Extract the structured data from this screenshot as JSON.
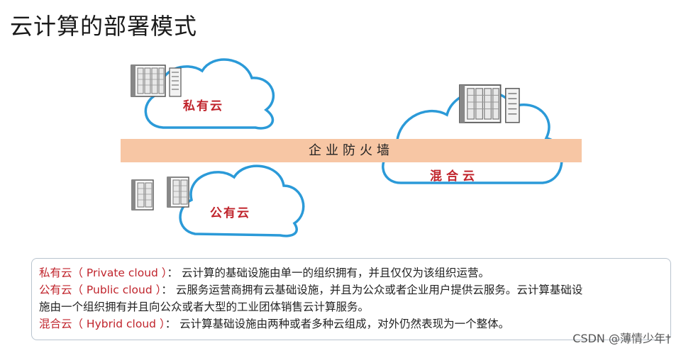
{
  "title": "云计算的部署模式",
  "diagram": {
    "firewall": "企业防火墙",
    "clouds": {
      "private": "私有云",
      "hybrid": "混合云",
      "public": "公有云"
    },
    "icons": [
      "server-rack-icon",
      "cloud-icon"
    ],
    "colors": {
      "cloud_stroke": "#2b9ad8",
      "firewall_fill": "#f7c6a4",
      "label_red": "#c0242c"
    }
  },
  "descriptions": {
    "private": {
      "term": "私有云（ Private cloud ）",
      "text": "： 云计算的基础设施由单一的组织拥有，并且仅仅为该组织运营。"
    },
    "public": {
      "term": "公有云（ Public cloud ）",
      "text": "： 云服务运营商拥有云基础设施，并且为公众或者企业用户提供云服务。云计算基础设",
      "text2": "施由一个组织拥有并且向公众或者大型的工业团体销售云计算服务。"
    },
    "hybrid": {
      "term": "混合云（ Hybrid cloud ）",
      "text": "： 云计算基础设施由两种或者多种云组成，对外仍然表现为一个整体。"
    }
  },
  "watermark": "CSDN @薄情少年†"
}
